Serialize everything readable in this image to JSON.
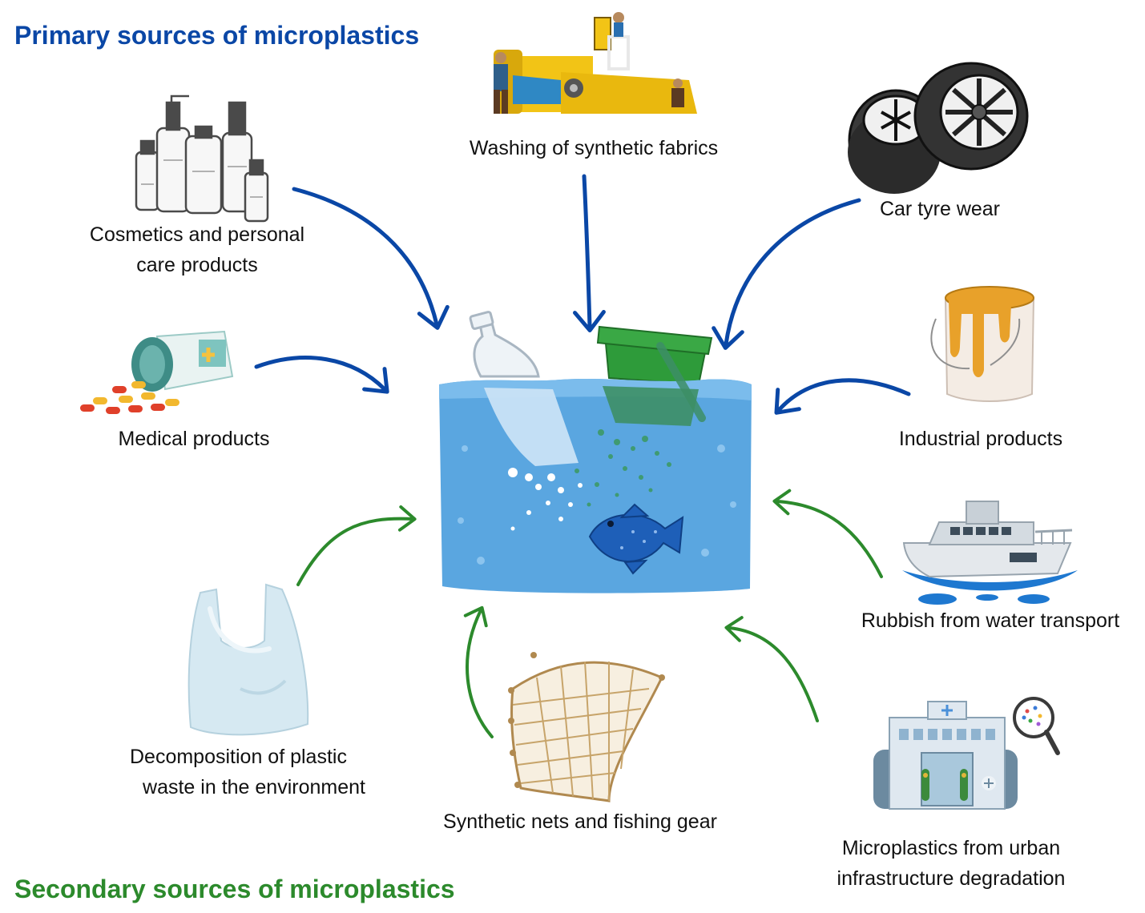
{
  "headings": {
    "primary": "Primary sources of microplastics",
    "secondary": "Secondary sources of microplastics"
  },
  "sources": {
    "cosmetics": {
      "line1": "Cosmetics and personal",
      "line2": "care products"
    },
    "fabrics": {
      "label": "Washing of synthetic fabrics"
    },
    "tyres": {
      "label": "Car tyre wear"
    },
    "medical": {
      "label": "Medical products"
    },
    "industrial": {
      "label": "Industrial products"
    },
    "water_transport": {
      "label": "Rubbish from water transport"
    },
    "plastic_waste": {
      "line1": "Decomposition of plastic",
      "line2": "waste in the environment"
    },
    "nets": {
      "label": "Synthetic nets and fishing gear"
    },
    "urban": {
      "line1": "Microplastics from urban",
      "line2": "infrastructure degradation"
    }
  },
  "colors": {
    "primary": "#0a47a6",
    "secondary": "#2c8a2c",
    "water": "#5aa6e0"
  },
  "icons": {
    "cosmetics": "cosmetic-bottles-icon",
    "fabrics": "textile-factory-icon",
    "tyres": "tyres-icon",
    "medical": "pill-bottle-icon",
    "industrial": "paint-bucket-icon",
    "water_transport": "ship-icon",
    "plastic_waste": "plastic-bag-icon",
    "nets": "fishing-net-icon",
    "urban": "city-building-icon",
    "water": "polluted-water-icon"
  }
}
